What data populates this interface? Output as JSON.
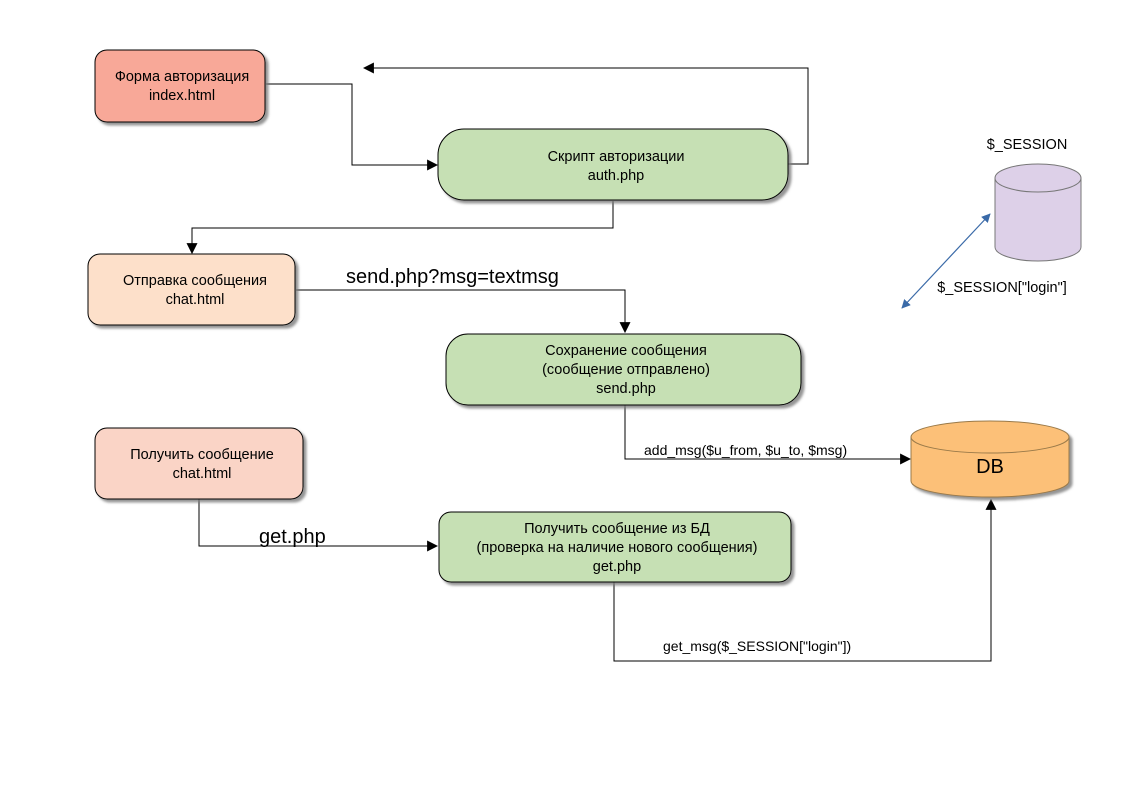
{
  "nodes": {
    "auth_form": {
      "line1": "Форма авторизация",
      "line2": "index.html",
      "color": "#f8a898"
    },
    "auth_script": {
      "line1": "Скрипт авторизации",
      "line2": "auth.php",
      "color": "#c6e0b4"
    },
    "send_form": {
      "line1": "Отправка сообщения",
      "line2": "chat.html",
      "color": "#fde0ca"
    },
    "save_script": {
      "line1": "Сохранение сообщения",
      "line2": "(сообщение отправлено)",
      "line3": "send.php",
      "color": "#c6e0b4"
    },
    "get_form": {
      "line1": "Получить сообщение",
      "line2": "chat.html",
      "color": "#fad4c6"
    },
    "get_script": {
      "line1": "Получить сообщение из БД",
      "line2": "(проверка на наличие нового сообщения)",
      "line3": "get.php",
      "color": "#c6e0b4"
    }
  },
  "databases": {
    "session": {
      "title": "$_SESSION",
      "key_label": "$_SESSION[\"login\"]",
      "color": "#ddd0e8"
    },
    "db": {
      "label": "DB",
      "color": "#fcc078"
    }
  },
  "edges": {
    "send_request": "send.php?msg=textmsg",
    "add_msg": "add_msg($u_from, $u_to, $msg)",
    "get_request": "get.php",
    "get_msg": "get_msg($_SESSION[\"login\"])"
  },
  "colors": {
    "line": "#000000",
    "session_arrow": "#3a6aa8"
  }
}
